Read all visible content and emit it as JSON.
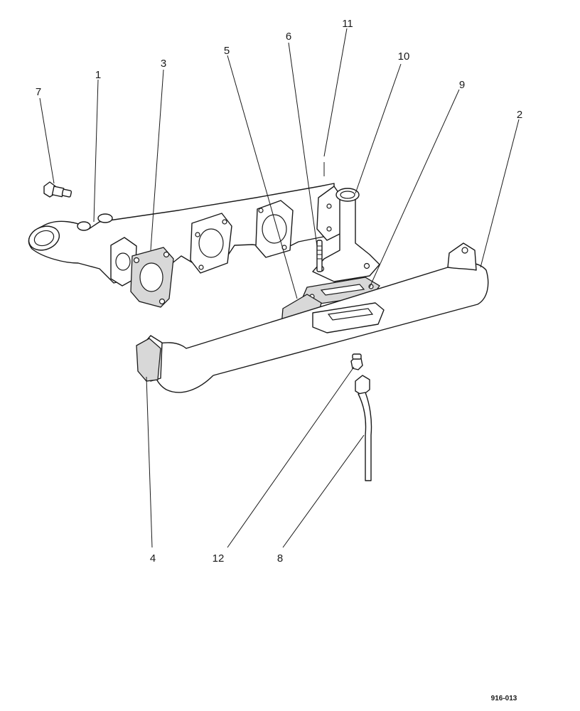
{
  "callouts": {
    "c1": "1",
    "c2": "2",
    "c3": "3",
    "c4": "4",
    "c5": "5",
    "c6": "6",
    "c7": "7",
    "c8": "8",
    "c9": "9",
    "c10": "10",
    "c11": "11",
    "c12": "12"
  },
  "figure_code": "916-013"
}
